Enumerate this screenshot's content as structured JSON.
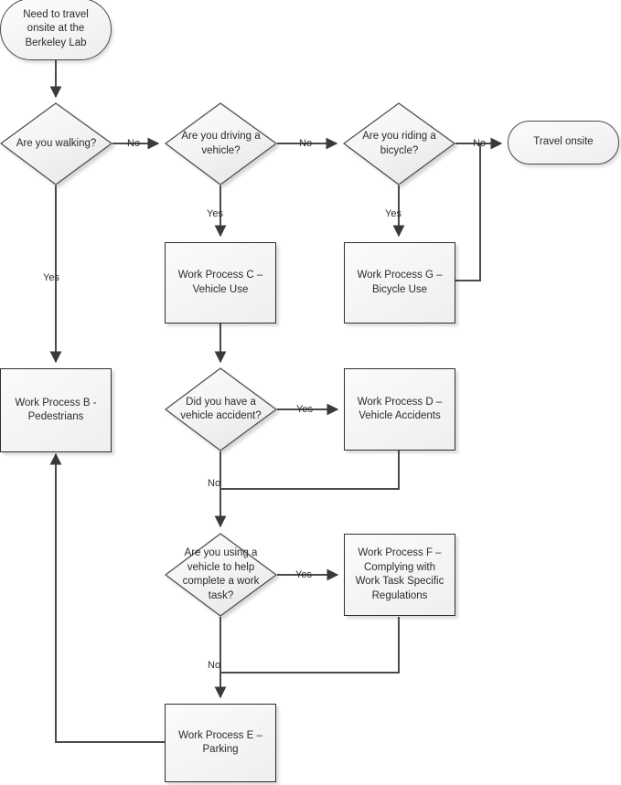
{
  "diagram": {
    "title": "Berkeley Lab travel onsite decision flowchart",
    "colors": {
      "node_fill": "#f5f5f5",
      "node_stroke": "#2f2f2f",
      "terminator_stroke": "#4a4a4a",
      "edge_stroke": "#4a4a4a",
      "text": "#2b2b2b",
      "background": "#ffffff"
    },
    "nodes": [
      {
        "id": "start",
        "type": "terminator",
        "label": "Need to travel\nonsite at the\nBerkeley Lab"
      },
      {
        "id": "q_walking",
        "type": "decision",
        "label": "Are you walking?"
      },
      {
        "id": "q_driving",
        "type": "decision",
        "label": "Are you driving a\nvehicle?"
      },
      {
        "id": "q_bicycle",
        "type": "decision",
        "label": "Are you riding a\nbicycle?"
      },
      {
        "id": "travel_onsite",
        "type": "terminator",
        "label": "Travel onsite"
      },
      {
        "id": "wp_c",
        "type": "process",
        "label": "Work Process C –\nVehicle Use"
      },
      {
        "id": "wp_g",
        "type": "process",
        "label": "Work Process G –\nBicycle Use"
      },
      {
        "id": "wp_b",
        "type": "process",
        "label": "Work Process B -\nPedestrians"
      },
      {
        "id": "q_accident",
        "type": "decision",
        "label": "Did you have a\nvehicle accident?"
      },
      {
        "id": "wp_d",
        "type": "process",
        "label": "Work Process D –\nVehicle Accidents"
      },
      {
        "id": "q_worktask",
        "type": "decision",
        "label": "Are you using a\nvehicle to help\ncomplete a work\ntask?"
      },
      {
        "id": "wp_f",
        "type": "process",
        "label": "Work Process F –\nComplying with\nWork Task Specific\nRegulations"
      },
      {
        "id": "wp_e",
        "type": "process",
        "label": "Work Process E –\nParking"
      }
    ],
    "edges": [
      {
        "from": "start",
        "to": "q_walking",
        "label": ""
      },
      {
        "from": "q_walking",
        "to": "q_driving",
        "label": "No"
      },
      {
        "from": "q_walking",
        "to": "wp_b",
        "label": "Yes"
      },
      {
        "from": "q_driving",
        "to": "q_bicycle",
        "label": "No"
      },
      {
        "from": "q_driving",
        "to": "wp_c",
        "label": "Yes"
      },
      {
        "from": "q_bicycle",
        "to": "travel_onsite",
        "label": "No"
      },
      {
        "from": "q_bicycle",
        "to": "wp_g",
        "label": "Yes"
      },
      {
        "from": "wp_g",
        "to": "travel_onsite",
        "label": ""
      },
      {
        "from": "wp_c",
        "to": "q_accident",
        "label": ""
      },
      {
        "from": "q_accident",
        "to": "wp_d",
        "label": "Yes"
      },
      {
        "from": "q_accident",
        "to": "q_worktask",
        "label": "No"
      },
      {
        "from": "wp_d",
        "to": "q_worktask",
        "label": ""
      },
      {
        "from": "q_worktask",
        "to": "wp_f",
        "label": "Yes"
      },
      {
        "from": "q_worktask",
        "to": "wp_e",
        "label": "No"
      },
      {
        "from": "wp_f",
        "to": "wp_e",
        "label": ""
      },
      {
        "from": "wp_e",
        "to": "wp_b",
        "label": ""
      }
    ],
    "edge_labels": [
      {
        "id": "walking-no",
        "text": "No"
      },
      {
        "id": "walking-yes",
        "text": "Yes"
      },
      {
        "id": "driving-no",
        "text": "No"
      },
      {
        "id": "driving-yes",
        "text": "Yes"
      },
      {
        "id": "bicycle-no",
        "text": "No"
      },
      {
        "id": "bicycle-yes",
        "text": "Yes"
      },
      {
        "id": "accident-yes",
        "text": "Yes"
      },
      {
        "id": "accident-no",
        "text": "No"
      },
      {
        "id": "worktask-yes",
        "text": "Yes"
      },
      {
        "id": "worktask-no",
        "text": "No"
      }
    ]
  }
}
